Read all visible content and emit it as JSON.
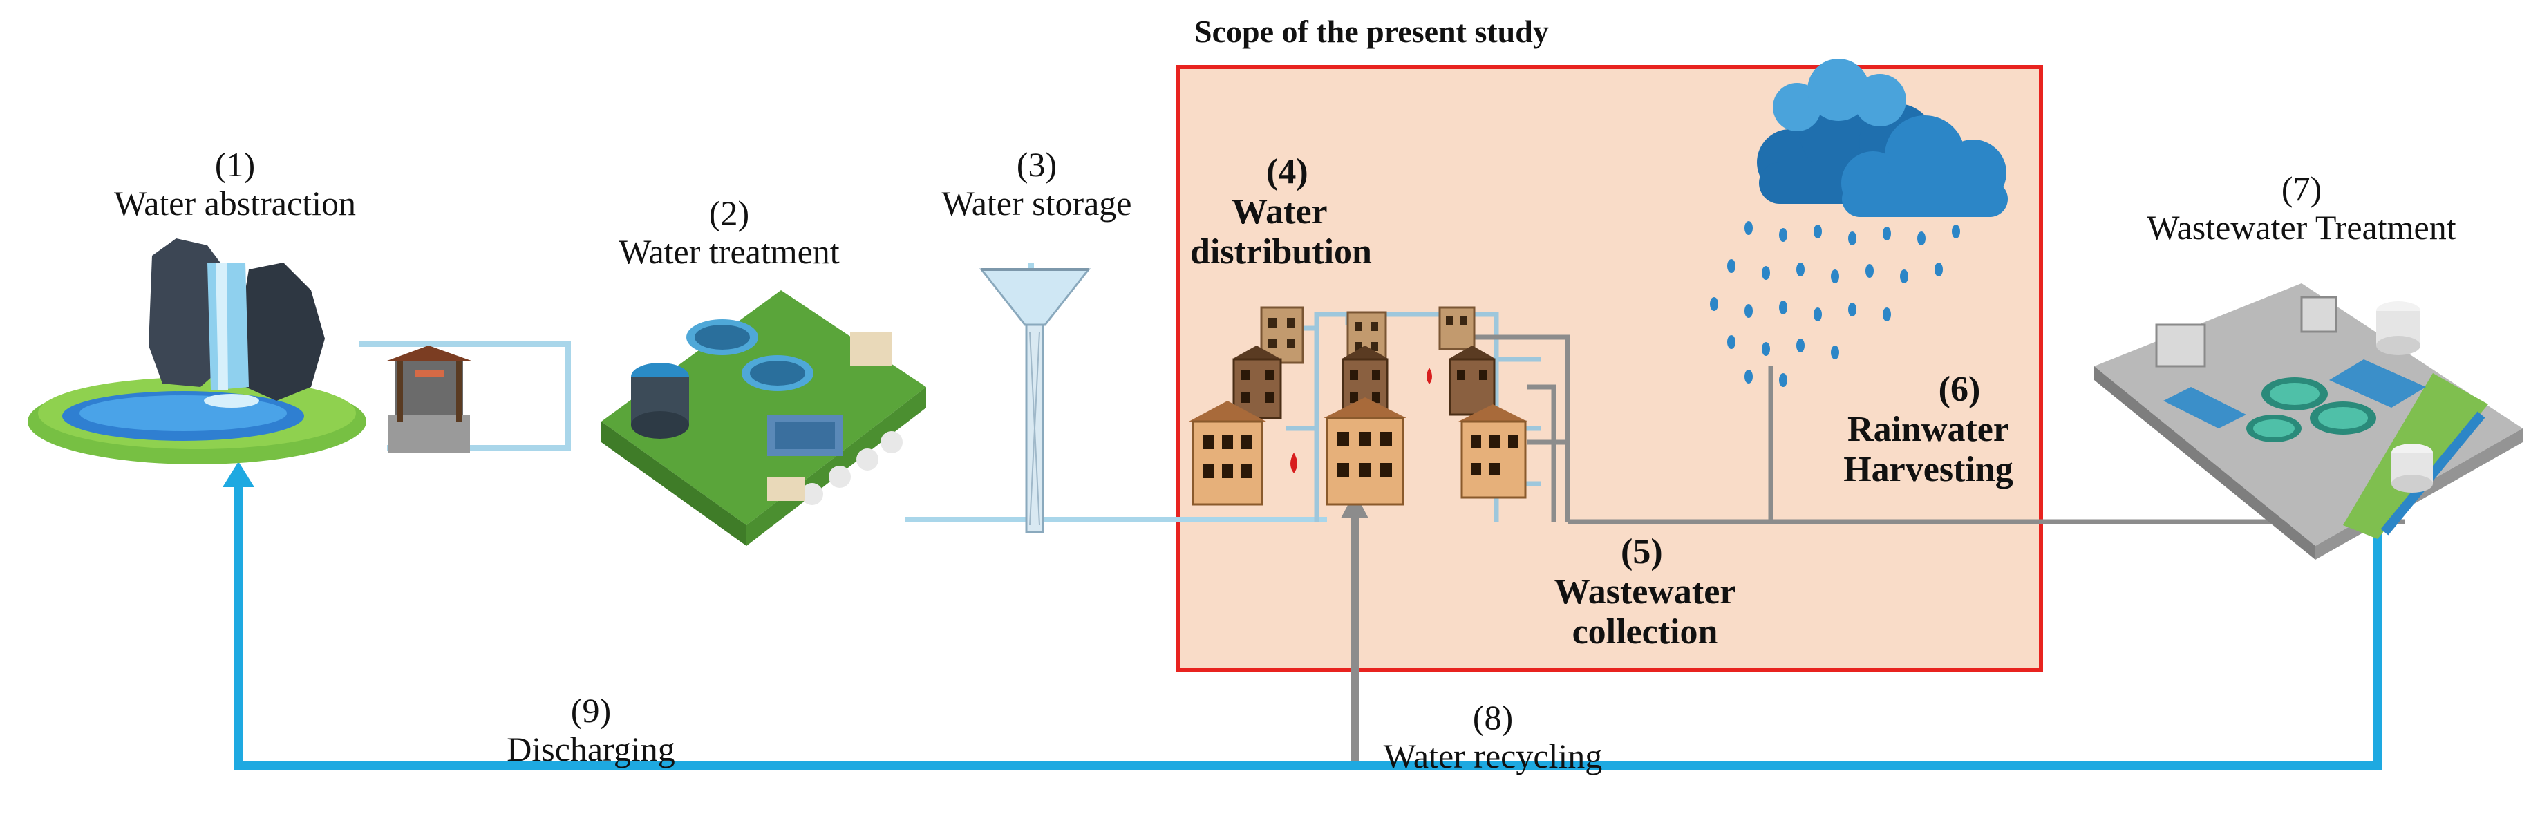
{
  "scope": {
    "title": "Scope of the present study",
    "border_color": "#e8231f",
    "fill_color": "#f9dcc8"
  },
  "pipe_colors": {
    "clean_water": "#a9d6ea",
    "grey_water": "#8c8c8c",
    "return_flow": "#1ea9e1"
  },
  "stages": [
    {
      "num": "(1)",
      "name": "Water abstraction"
    },
    {
      "num": "(2)",
      "name": "Water treatment"
    },
    {
      "num": "(3)",
      "name": "Water storage"
    },
    {
      "num": "(4)",
      "name_line1": "Water",
      "name_line2": "distribution"
    },
    {
      "num": "(5)",
      "name_line1": "Wastewater",
      "name_line2": "collection"
    },
    {
      "num": "(6)",
      "name_line1": "Rainwater",
      "name_line2": "Harvesting"
    },
    {
      "num": "(7)",
      "name": "Wastewater Treatment"
    },
    {
      "num": "(8)",
      "name": "Water recycling"
    },
    {
      "num": "(9)",
      "name": "Discharging"
    }
  ],
  "icons": [
    "waterfall-lake-icon",
    "well-icon",
    "treatment-plant-icon",
    "water-tower-icon",
    "houses-icon",
    "rain-cloud-icon",
    "wastewater-plant-icon"
  ]
}
